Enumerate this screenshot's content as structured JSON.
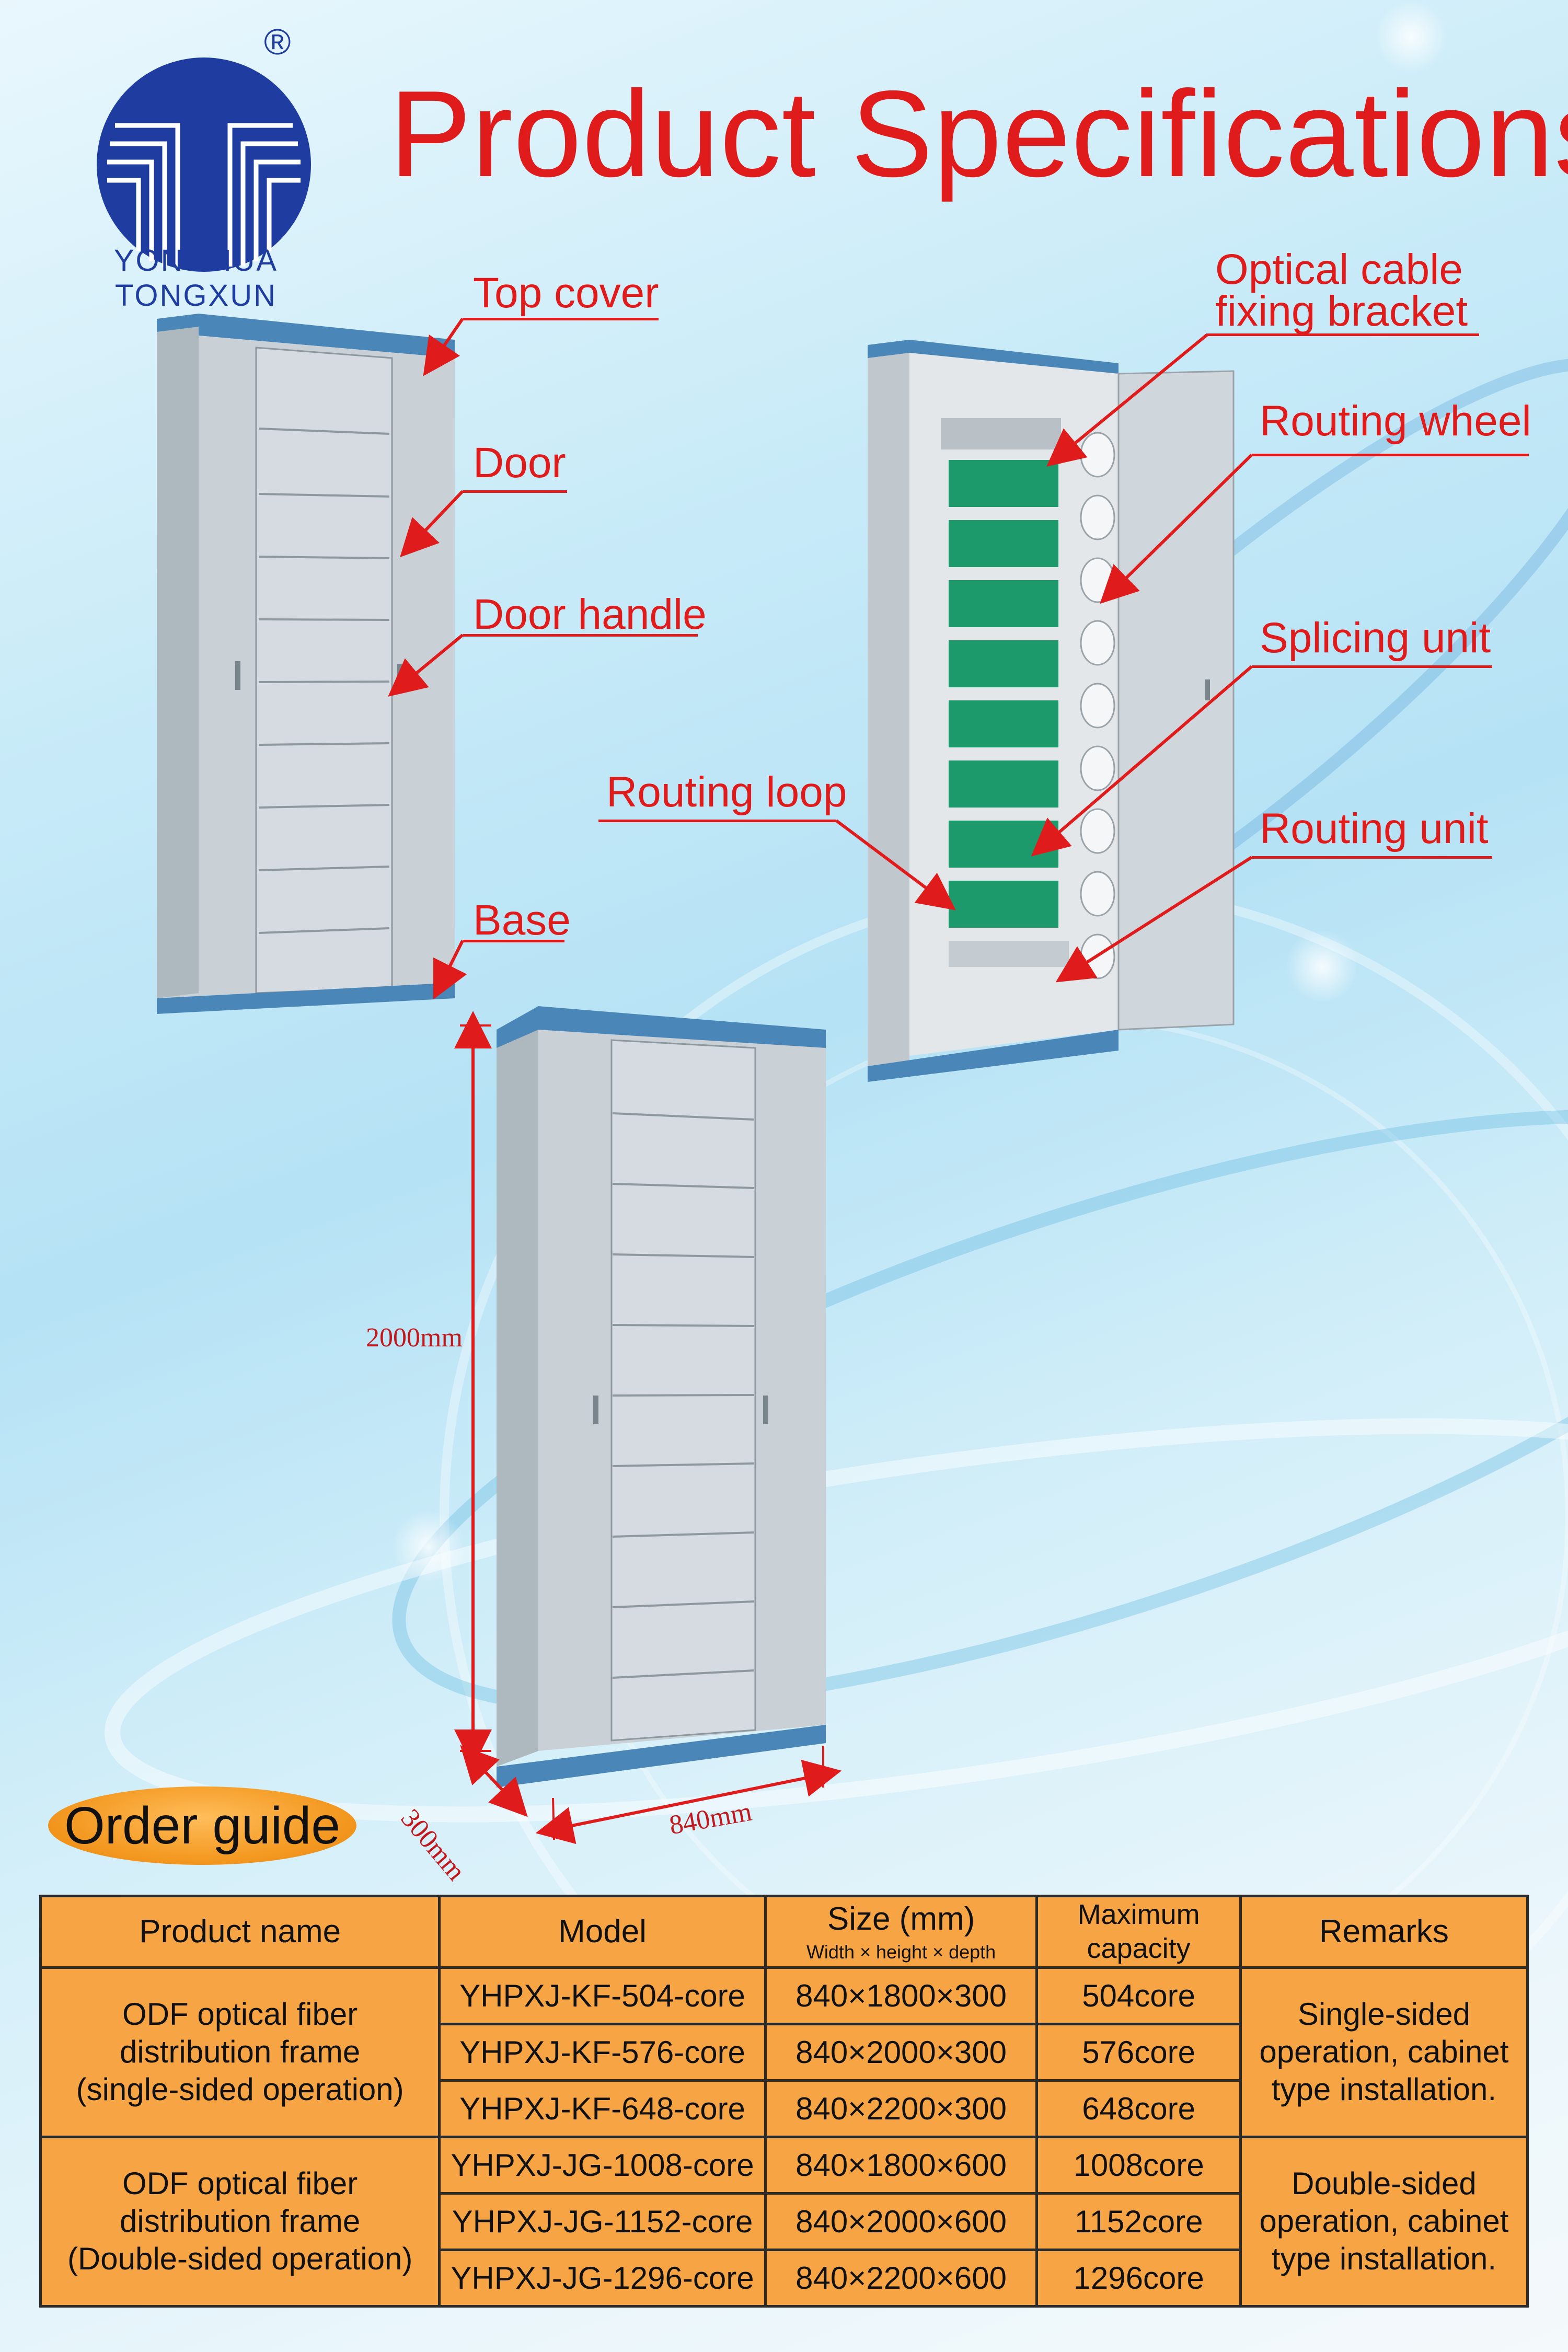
{
  "brand": {
    "name": "YONGHUA TONGXUN",
    "registered": "®"
  },
  "title": "Product Specifications",
  "callouts": {
    "top_cover": "Top cover",
    "door": "Door",
    "door_handle": "Door handle",
    "base": "Base",
    "optical_cable_fixing_bracket_line1": "Optical cable",
    "optical_cable_fixing_bracket_line2": "fixing bracket",
    "routing_wheel": "Routing wheel",
    "splicing_unit": "Splicing unit",
    "routing_loop": "Routing loop",
    "routing_unit": "Routing unit"
  },
  "dimensions": {
    "height": "2000mm",
    "depth": "300mm",
    "width": "840mm"
  },
  "order_guide": "Order guide",
  "table": {
    "headers": {
      "product_name": "Product name",
      "model": "Model",
      "size": "Size (mm)",
      "size_sub": "Width × height × depth",
      "capacity_line1": "Maximum",
      "capacity_line2": "capacity",
      "remarks": "Remarks"
    },
    "groups": [
      {
        "product_line1": "ODF optical fiber",
        "product_line2": "distribution frame",
        "product_line3": "(single-sided operation)",
        "remarks_line1": "Single-sided",
        "remarks_line2": "operation, cabinet",
        "remarks_line3": "type installation.",
        "rows": [
          {
            "model": "YHPXJ-KF-504-core",
            "size": "840×1800×300",
            "capacity": "504core"
          },
          {
            "model": "YHPXJ-KF-576-core",
            "size": "840×2000×300",
            "capacity": "576core"
          },
          {
            "model": "YHPXJ-KF-648-core",
            "size": "840×2200×300",
            "capacity": "648core"
          }
        ]
      },
      {
        "product_line1": "ODF optical fiber",
        "product_line2": "distribution frame",
        "product_line3": "(Double-sided operation)",
        "remarks_line1": "Double-sided",
        "remarks_line2": "operation, cabinet",
        "remarks_line3": "type installation.",
        "rows": [
          {
            "model": "YHPXJ-JG-1008-core",
            "size": "840×1800×600",
            "capacity": "1008core"
          },
          {
            "model": "YHPXJ-JG-1152-core",
            "size": "840×2000×600",
            "capacity": "1152core"
          },
          {
            "model": "YHPXJ-JG-1296-core",
            "size": "840×2200×600",
            "capacity": "1296core"
          }
        ]
      }
    ]
  }
}
